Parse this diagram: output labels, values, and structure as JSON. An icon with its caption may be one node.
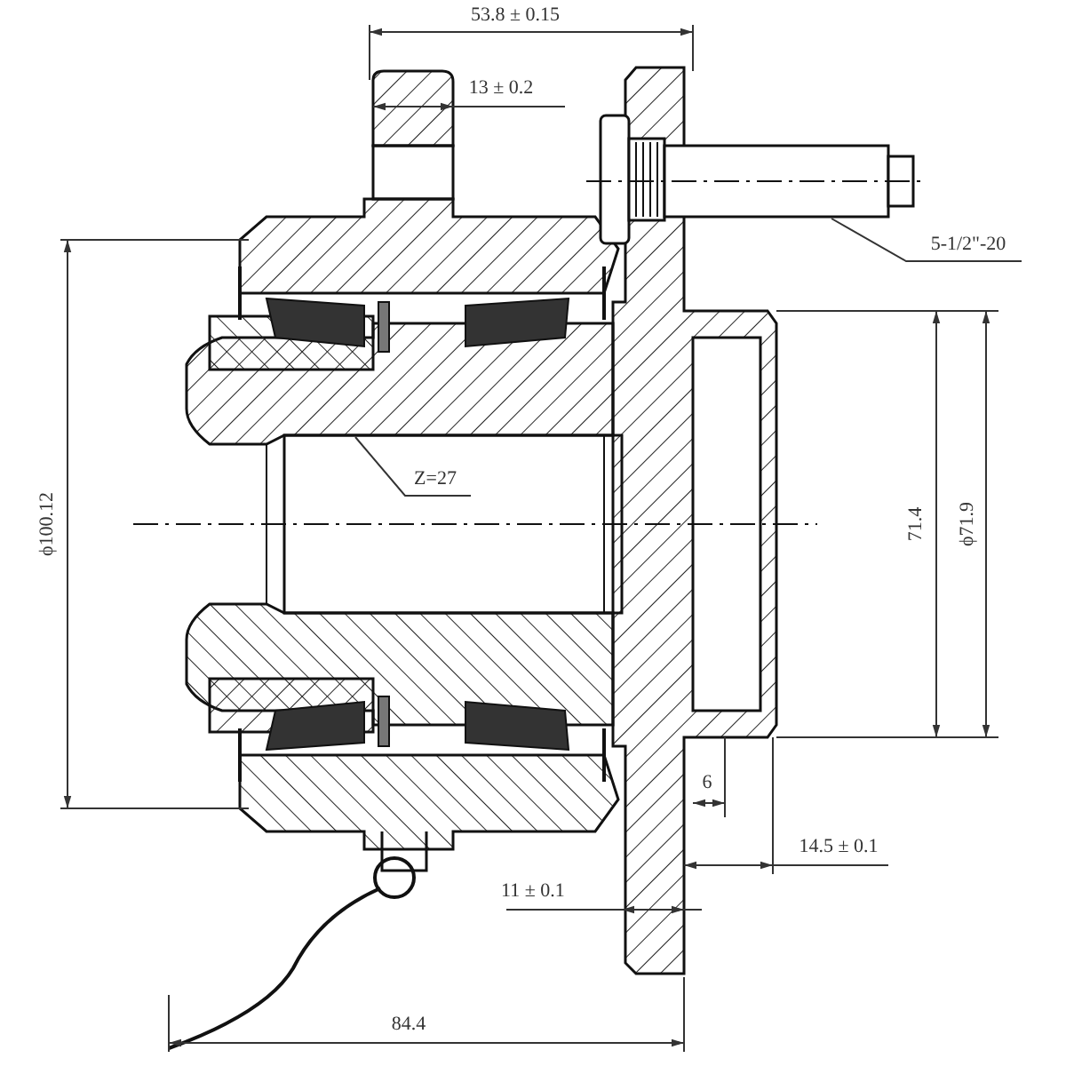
{
  "diagram": {
    "nodes": [
      {
        "text": [
          "5-1/2\"-20"
        ]
      },
      {
        "text": [],
        "shape": "bolt"
      },
      {
        "text": [
          "Z=27"
        ]
      }
    ],
    "edges": [
      {
        "from": 0,
        "to": 1,
        "arrow": "none"
      },
      {
        "from": 2,
        "to": null,
        "arrow": "none"
      }
    ],
    "labels": [
      "53.8 ± 0.15",
      "13 ± 0.2",
      "ϕ100.12",
      "71.4",
      "ϕ71.9",
      "6",
      "14.5 ± 0.1",
      "11 ± 0.1",
      "84.4"
    ]
  }
}
